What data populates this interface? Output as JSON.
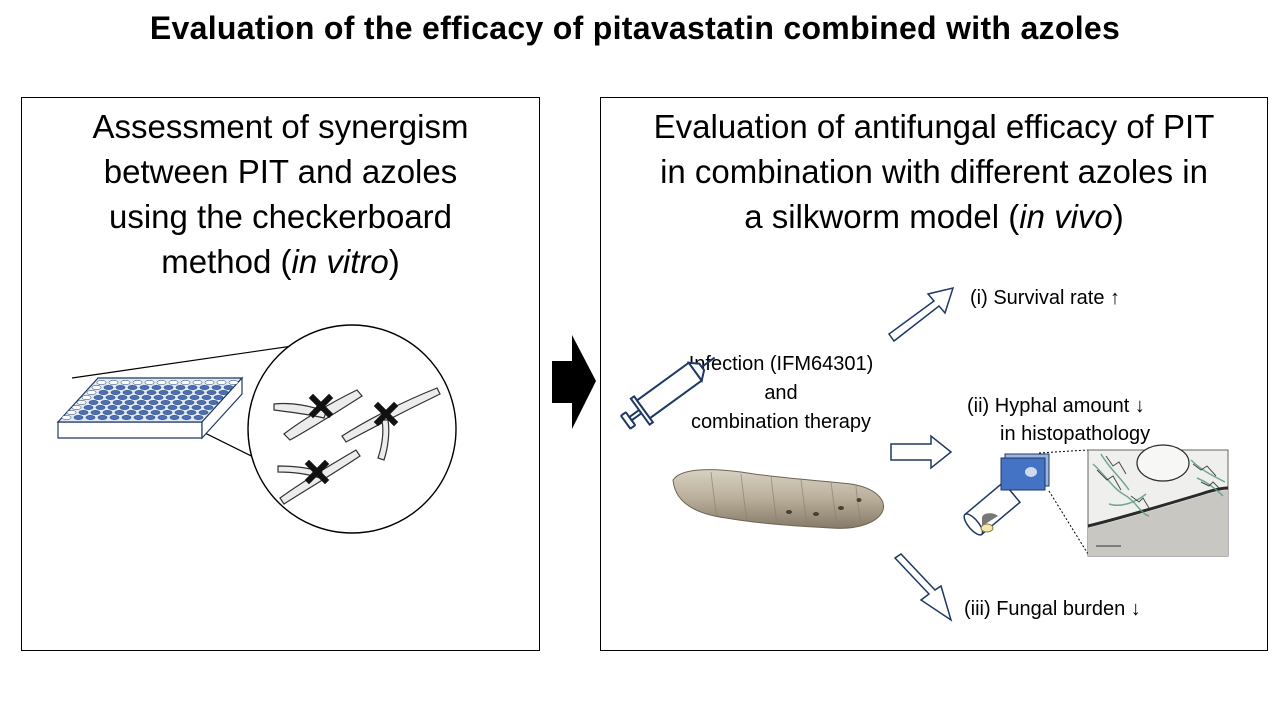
{
  "header": {
    "title": "Evaluation of the efficacy of pitavastatin combined with azoles"
  },
  "left_panel": {
    "heading_lines": [
      "Assessment of synergism",
      "between PIT and azoles",
      "using the checkerboard",
      "method ("
    ],
    "heading_italic": "in vitro",
    "heading_end": ")"
  },
  "right_panel": {
    "heading_line1": "Evaluation of antifungal efficacy of PIT",
    "heading_line2": "in combination with different azoles in",
    "heading_line3_start": "a silkworm model (",
    "heading_italic": "in vivo",
    "heading_end": ")",
    "infection_lines": [
      "Infection (IFM64301)",
      "and",
      "combination therapy"
    ],
    "outcomes": {
      "survival": "(i) Survival rate ↑",
      "hyphal": "(ii) Hyphal amount ↓",
      "histopathology": "in histopathology",
      "burden": "(iii) Fungal burden ↓"
    }
  },
  "colors": {
    "plate_blue": "#4a6fb5",
    "slide_blue": "#4472c4",
    "outline": "#1f3864",
    "tissue_stain": "#5a9a88"
  }
}
